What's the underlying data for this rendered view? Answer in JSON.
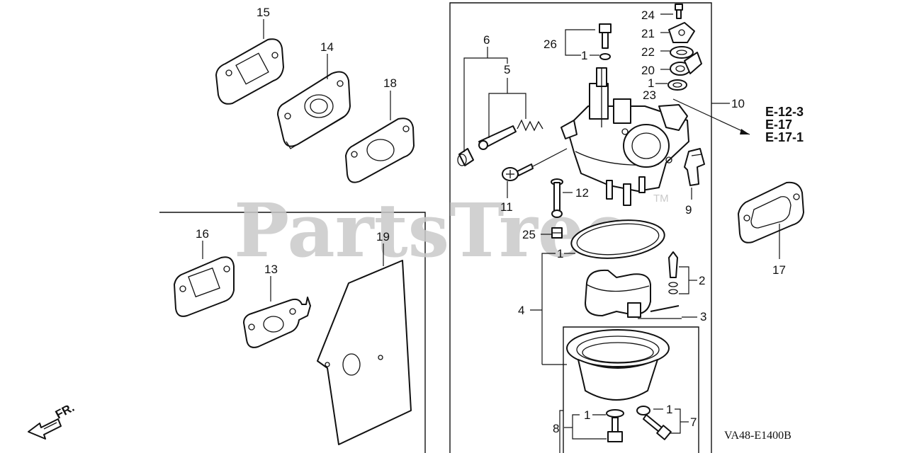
{
  "diagram": {
    "watermark": "PartsTree",
    "trademark": "TM",
    "diagram_code": "VA48-E1400B",
    "front_indicator": "FR.",
    "cross_references": [
      "E-12-3",
      "E-17",
      "E-17-1"
    ],
    "callouts": {
      "p15": "15",
      "p14": "14",
      "p18": "18",
      "p16": "16",
      "p13": "13",
      "p19": "19",
      "p6": "6",
      "p5": "5",
      "p26": "26",
      "p26_sub1": "1",
      "p24": "24",
      "p21": "21",
      "p22": "22",
      "p20": "20",
      "p23_sub1": "1",
      "p23": "23",
      "p10": "10",
      "p12": "12",
      "p11": "11",
      "p9": "9",
      "p17": "17",
      "p25": "25",
      "p4_sub1": "1",
      "p2": "2",
      "p4": "4",
      "p3": "3",
      "p8_sub1": "1",
      "p7_sub1": "1",
      "p7": "7",
      "p8": "8"
    }
  }
}
